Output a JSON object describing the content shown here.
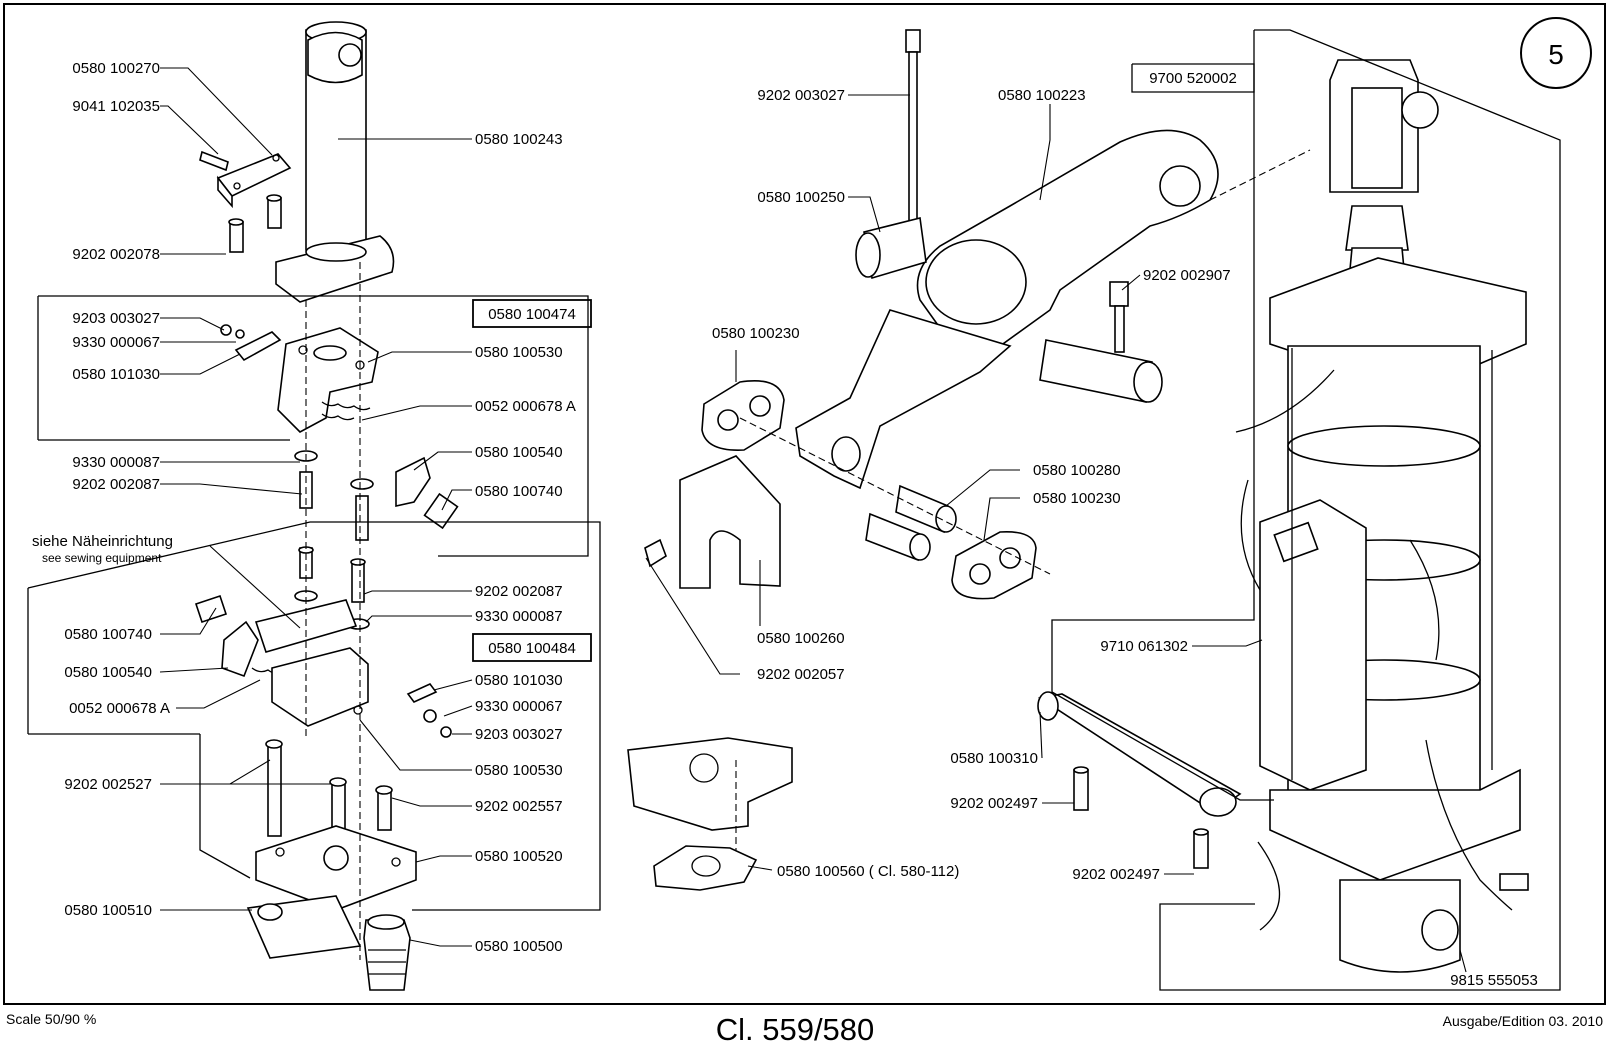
{
  "page_number": "5",
  "footer": {
    "scale": "Scale 50/90 %",
    "model": "Cl. 559/580",
    "edition": "Ausgabe/Edition 03. 2010"
  },
  "note": {
    "de": "siehe Näheinrichtung",
    "en": "see sewing equipment"
  },
  "left_column": [
    "0580 100270",
    "9041 102035",
    "0580 100243",
    "9202 002078",
    "9203 003027",
    "9330 000067",
    "0580 101030",
    "0580 100530",
    "0052 000678 A",
    "9330 000087",
    "9202 002087",
    "0580 100540",
    "0580 100740",
    "9202 002087",
    "9330 000087",
    "0580 100740",
    "0580 100540",
    "0052 000678 A",
    "0580 101030",
    "9330 000067",
    "9203 003027",
    "0580 100530",
    "9202 002527",
    "9202 002557",
    "0580 100520",
    "0580 100510",
    "0580 100500"
  ],
  "middle_column": [
    "9202 003027",
    "0580 100223",
    "0580 100250",
    "9202 002907",
    "0580 100230",
    "0580 100280",
    "0580 100230",
    "0580 100260",
    "9202 002057",
    "0580 100310",
    "9202 002497",
    "9202 002497",
    "0580 100560 ( Cl. 580-112)"
  ],
  "right_column": [
    "9700 520002",
    "9710 061302",
    "9815 555053"
  ],
  "assemblies": [
    "0580 100474",
    "0580 100484"
  ]
}
